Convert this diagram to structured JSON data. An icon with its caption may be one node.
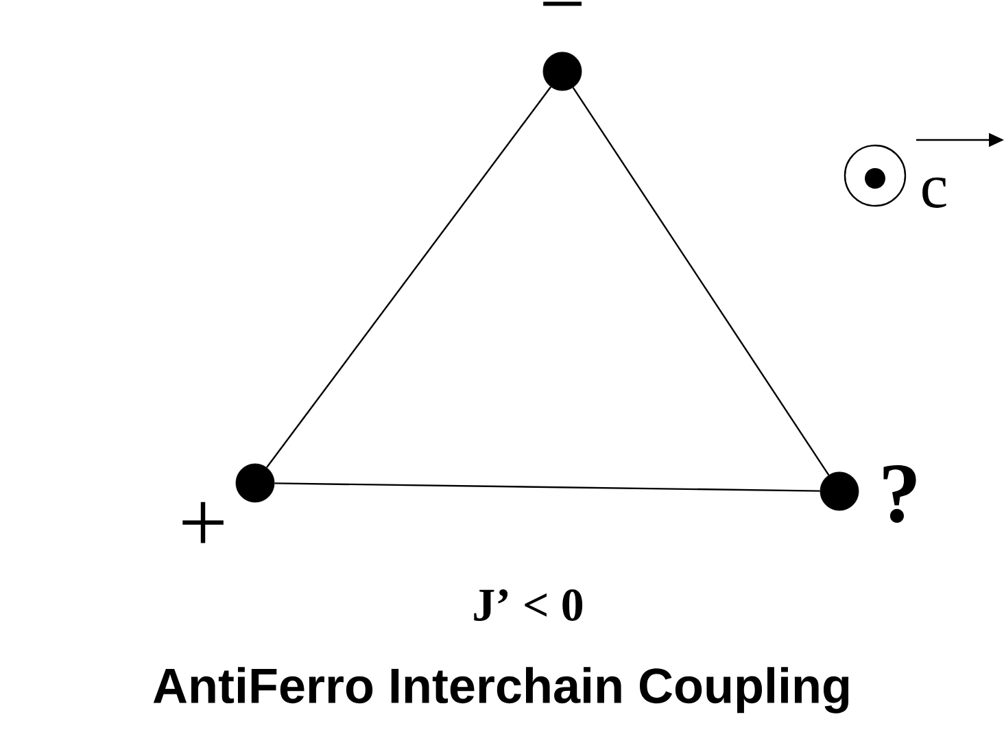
{
  "diagram": {
    "caption": "AntiFerro Interchain Coupling",
    "nodes": [
      {
        "text": [],
        "shape": "circle",
        "beside": [
          "−"
        ]
      },
      {
        "text": [],
        "shape": "circle",
        "beside": [
          "+"
        ]
      },
      {
        "text": [],
        "shape": "circle",
        "beside": [
          "?"
        ]
      }
    ],
    "edges": [
      {
        "from": 0,
        "to": 1,
        "arrow": "none"
      },
      {
        "from": 1,
        "to": 2,
        "arrow": "none"
      },
      {
        "from": 2,
        "to": 0,
        "arrow": "none"
      }
    ],
    "labels": [
      "J’ < 0",
      "c"
    ]
  }
}
